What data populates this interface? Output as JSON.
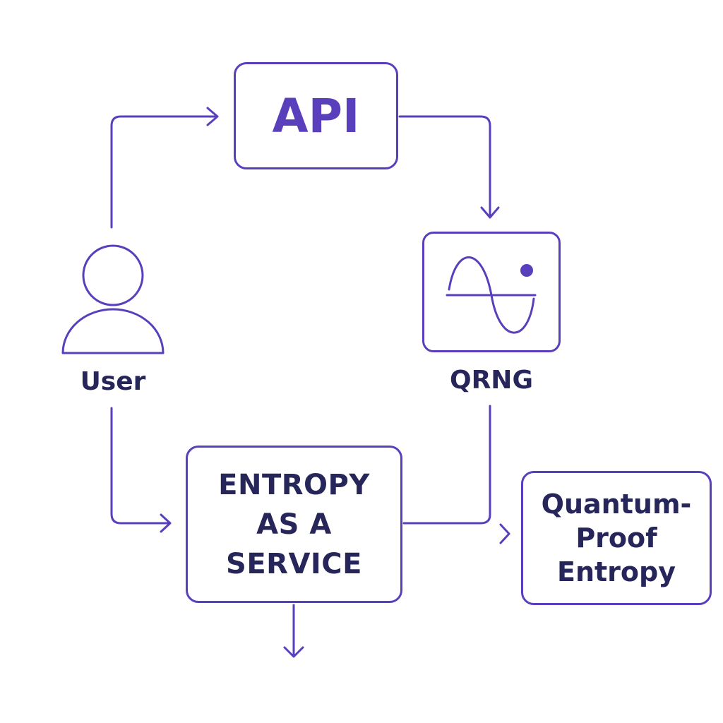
{
  "diagram": {
    "nodes": {
      "api": {
        "label": "API"
      },
      "qrng": {
        "label": "QRNG"
      },
      "user": {
        "label": "User"
      },
      "entropy_service": {
        "label": "ENTROPY\nAS A\nSERVICE"
      },
      "quantum_proof": {
        "label": "Quantum-\nProof\nEntropy"
      }
    },
    "colors": {
      "accent": "#5a3fbd",
      "text": "#27265a",
      "background": "#ffffff"
    },
    "icons": {
      "user": "user-icon",
      "qrng": "wave-icon"
    }
  }
}
